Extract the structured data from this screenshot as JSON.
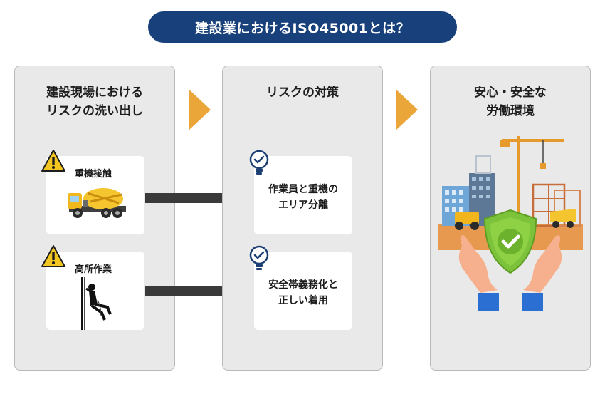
{
  "title": "建設業におけるISO45001とは？",
  "panels": {
    "left": {
      "heading_line1": "建設現場における",
      "heading_line2": "リスクの洗い出し",
      "cards": [
        {
          "label": "重機接触",
          "icon": "warning-icon",
          "image": "concrete-mixer-truck"
        },
        {
          "label": "高所作業",
          "icon": "warning-icon",
          "image": "rope-access-worker"
        }
      ]
    },
    "middle": {
      "heading": "リスクの対策",
      "cards": [
        {
          "line1": "作業員と重機の",
          "line2": "エリア分離",
          "icon": "lightbulb-check-icon"
        },
        {
          "line1": "安全帯義務化と",
          "line2": "正しい着用",
          "icon": "lightbulb-check-icon"
        }
      ]
    },
    "right": {
      "heading_line1": "安心・安全な",
      "heading_line2": "労働環境",
      "image": "construction-site-shield-hands"
    }
  },
  "colors": {
    "title_bg": "#18407a",
    "chevron": "#eba63a",
    "panel_bg": "#e9e9e9",
    "warning": "#f2c521",
    "shield": "#7cc23a",
    "hands": "#f6b08d",
    "sleeves": "#2a6fd1"
  }
}
